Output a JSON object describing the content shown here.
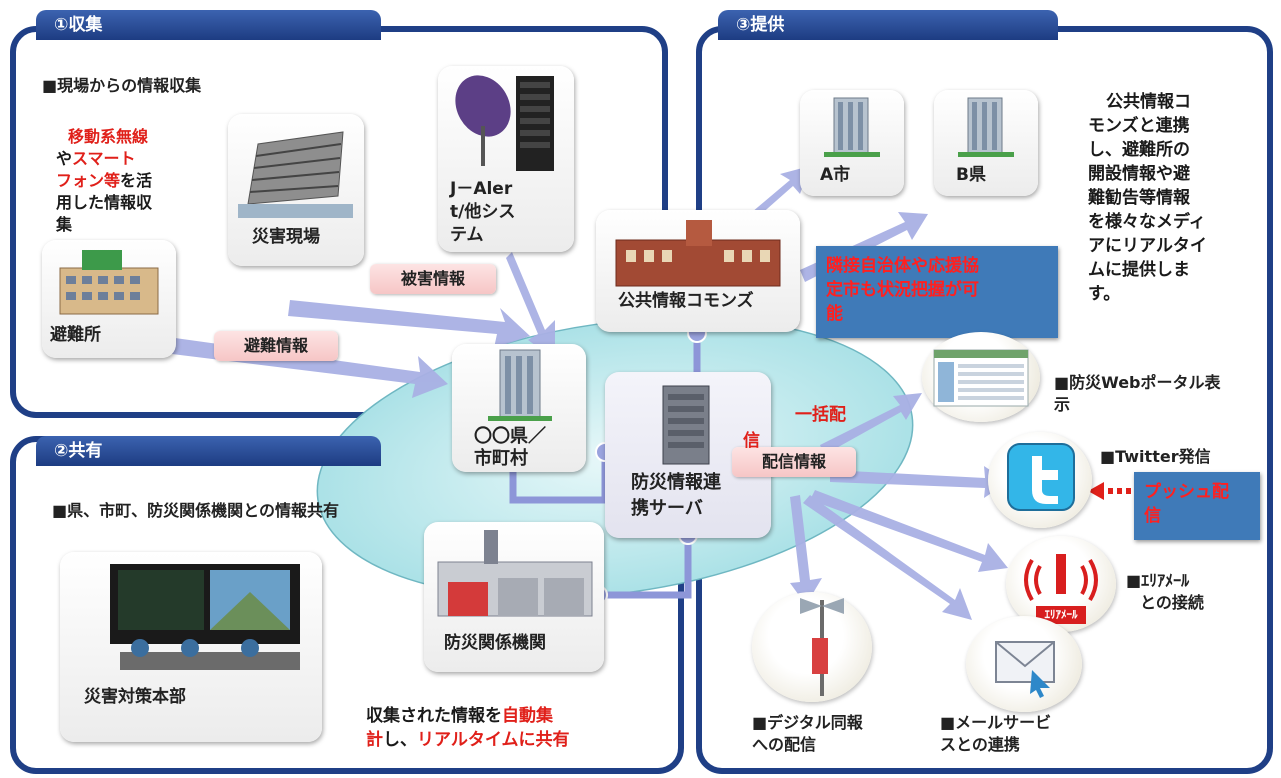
{
  "panels": {
    "collect": {
      "tab": "①収集",
      "heading": "■現場からの情報収集"
    },
    "share": {
      "tab": "②共有",
      "heading": "■県、市町、防災関係機関との情報共有"
    },
    "provide": {
      "tab": "③提供"
    }
  },
  "collect_note": {
    "line1_red": "移動系無線",
    "line2_a": "や",
    "line2_b_red": "スマート",
    "line3_a_red": "フォン等",
    "line3_b": "を活",
    "line4": "用した情報収",
    "line5": "集"
  },
  "nodes": {
    "disaster_site": "災害現場",
    "jalert_line1": "J－Aler",
    "jalert_line2": "t/他シス",
    "jalert_line3": "テム",
    "shelter": "避難所",
    "prefecture_line1": "〇〇県／",
    "prefecture_line2": "市町村",
    "server_line1": "防災情報連",
    "server_line2": "携サーバ",
    "commons": "公共情報コモンズ",
    "city_a": "A市",
    "pref_b": "B県",
    "disaster_org": "防災関係機関",
    "hq": "災害対策本部"
  },
  "tags": {
    "damage_info": "被害情報",
    "evac_info": "避難情報",
    "delivery_info": "配信情報"
  },
  "bulk_delivery": {
    "line1": "一括配",
    "line2": "信"
  },
  "neighbor_note": {
    "line1": "隣接自治体や応援協",
    "line2": "定市も状況把握が可",
    "line3": "能"
  },
  "provide_desc": {
    "l1": "公共情報コ",
    "l2": "モンズと連携",
    "l3": "し、避難所の",
    "l4": "開設情報や避",
    "l5": "難勧告等情報",
    "l6": "を様々なメディ",
    "l7": "アにリアルタイ",
    "l8": "ムに提供しま",
    "l9": "す。"
  },
  "outputs": {
    "web_portal_line1": "■防災Webポータル表",
    "web_portal_line2": "示",
    "twitter": "■Twitter発信",
    "push_line1": "プッシュ配",
    "push_line2": "信",
    "area_mail_line1": "■ｴﾘｱﾒｰﾙ",
    "area_mail_line2": "との接続",
    "area_mail_badge": "ｴﾘｱﾒｰﾙ",
    "digital_line1": "■デジタル同報",
    "digital_line2": "への配信",
    "mail_line1": "■メールサービ",
    "mail_line2": "スとの連携"
  },
  "share_note": {
    "a": "収集された情報を",
    "b_red": "自動集",
    "c_red": "計",
    "d": "し、",
    "e_red": "リアルタイムに共有"
  },
  "colors": {
    "frame": "#1f3f86",
    "accent_red": "#e0201a",
    "arrow": "#a9b2e6",
    "ellipse": "#bfe9ec",
    "note_blue": "#3f7ab8"
  }
}
